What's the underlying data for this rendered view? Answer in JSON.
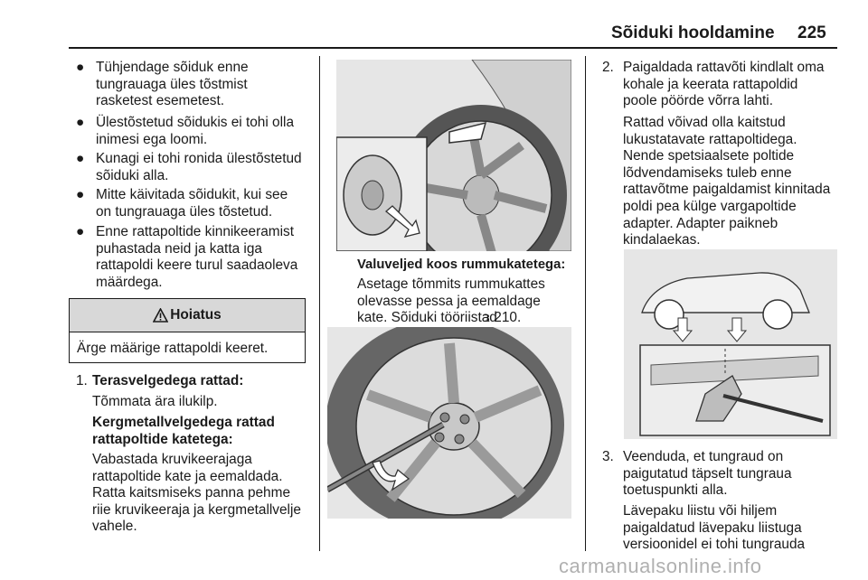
{
  "header": {
    "title": "Sõiduki hooldamine",
    "page": "225"
  },
  "left": {
    "bullets": [
      "Tühjendage sõiduk enne\ntungrauaga üles tõstmist\nrasketest esemetest.",
      "Ülestõstetud sõidukis ei tohi olla\ninimesi ega loomi.",
      "Kunagi ei tohi ronida ülestõstetud\nsõiduki alla.",
      "Mitte käivitada sõidukit, kui see\non tungrauaga üles tõstetud.",
      "Enne rattapoltide kinnikeeramist\npuhastada neid ja katta iga\nrattapoldi keere turul saadaoleva\nmäärdega."
    ],
    "warning": {
      "icon": "9",
      "title": "Hoiatus",
      "text": "Ärge määrige rattapoldi keeret."
    },
    "step1": {
      "num": "1.",
      "heading": "Terasvelgedega rattad:",
      "text1": "Tõmmata ära ilukilp.",
      "heading2": "Kergmetallvelgedega rattad\nrattapoltide katetega:",
      "text2": "Vabastada kruvikeerajaga\nrattapoltide kate ja eemaldada.\nRatta kaitsmiseks panna pehme\nriie kruvikeeraja ja kergmetallvelje\nvahele."
    }
  },
  "middle": {
    "caption_heading": "Valuveljed koos rummukatetega:",
    "caption_text": "Asetage tõmmits rummukattes\nolevasse pessa ja eemaldage\nkate. Sõiduki tööriistad",
    "ref_symbol": "3",
    "ref_page": "210."
  },
  "right": {
    "step2": {
      "num": "2.",
      "text1": "Paigaldada rattavõti kindlalt oma\nkohale ja keerata rattapoldid\npoole pöörde võrra lahti.",
      "text2": "Rattad võivad olla kaitstud\nlukustatavate rattapoltidega.\nNende spetsiaalsete poltide\nlõdvendamiseks tuleb enne\nrattavõtme paigaldamist kinnitada\npoldi pea külge vargapoltide\nadapter. Adapter paikneb\nkindalaekas."
    },
    "step3": {
      "num": "3.",
      "text1": "Veenduda, et tungraud on\npaigutatud täpselt tungraua\ntoetuspunkti alla.",
      "text2": "Lävepaku liistu või hiljem\npaigaldatud lävepaku liistuga\nversioonidel ei tohi tungrauda"
    }
  },
  "footer": {
    "watermark": "carmanualsonline.info"
  },
  "colors": {
    "figure_bg": "#e4e4e4",
    "warn_bg": "#d8d8d8",
    "ink": "#1a1a1a"
  }
}
